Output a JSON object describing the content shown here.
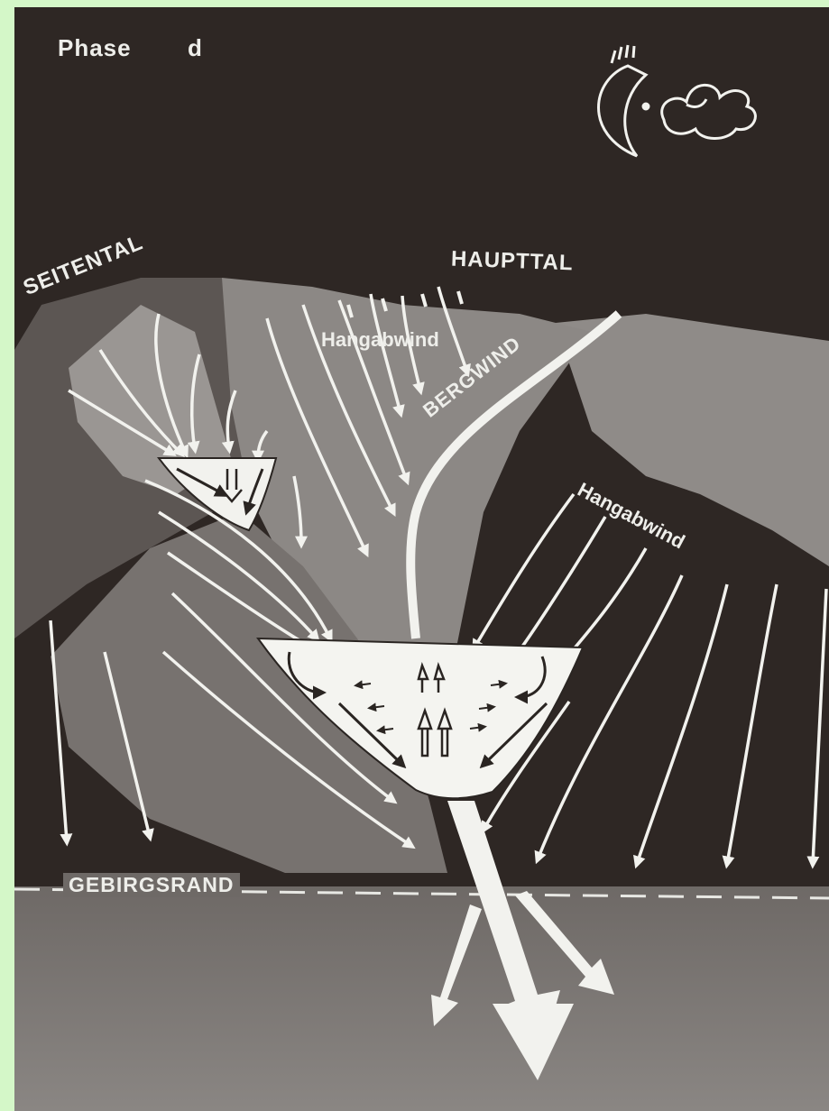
{
  "phase": {
    "word": "Phase",
    "letter": "d"
  },
  "labels": {
    "seitental": "SEITENTAL",
    "haupttal": "HAUPTTAL",
    "hangabwind_top": "Hangabwind",
    "bergwind": "BERGWIND",
    "hangabwind_right": "Hangabwind",
    "gebirgsrand": "GEBIRGSRAND"
  },
  "icons": {
    "moon": "moon-face-icon",
    "cloud": "cloud-icon"
  },
  "colors": {
    "background_border": "#d4f7c8",
    "dark_sky": "#2e2724",
    "arrows": "#f2f2ee"
  }
}
